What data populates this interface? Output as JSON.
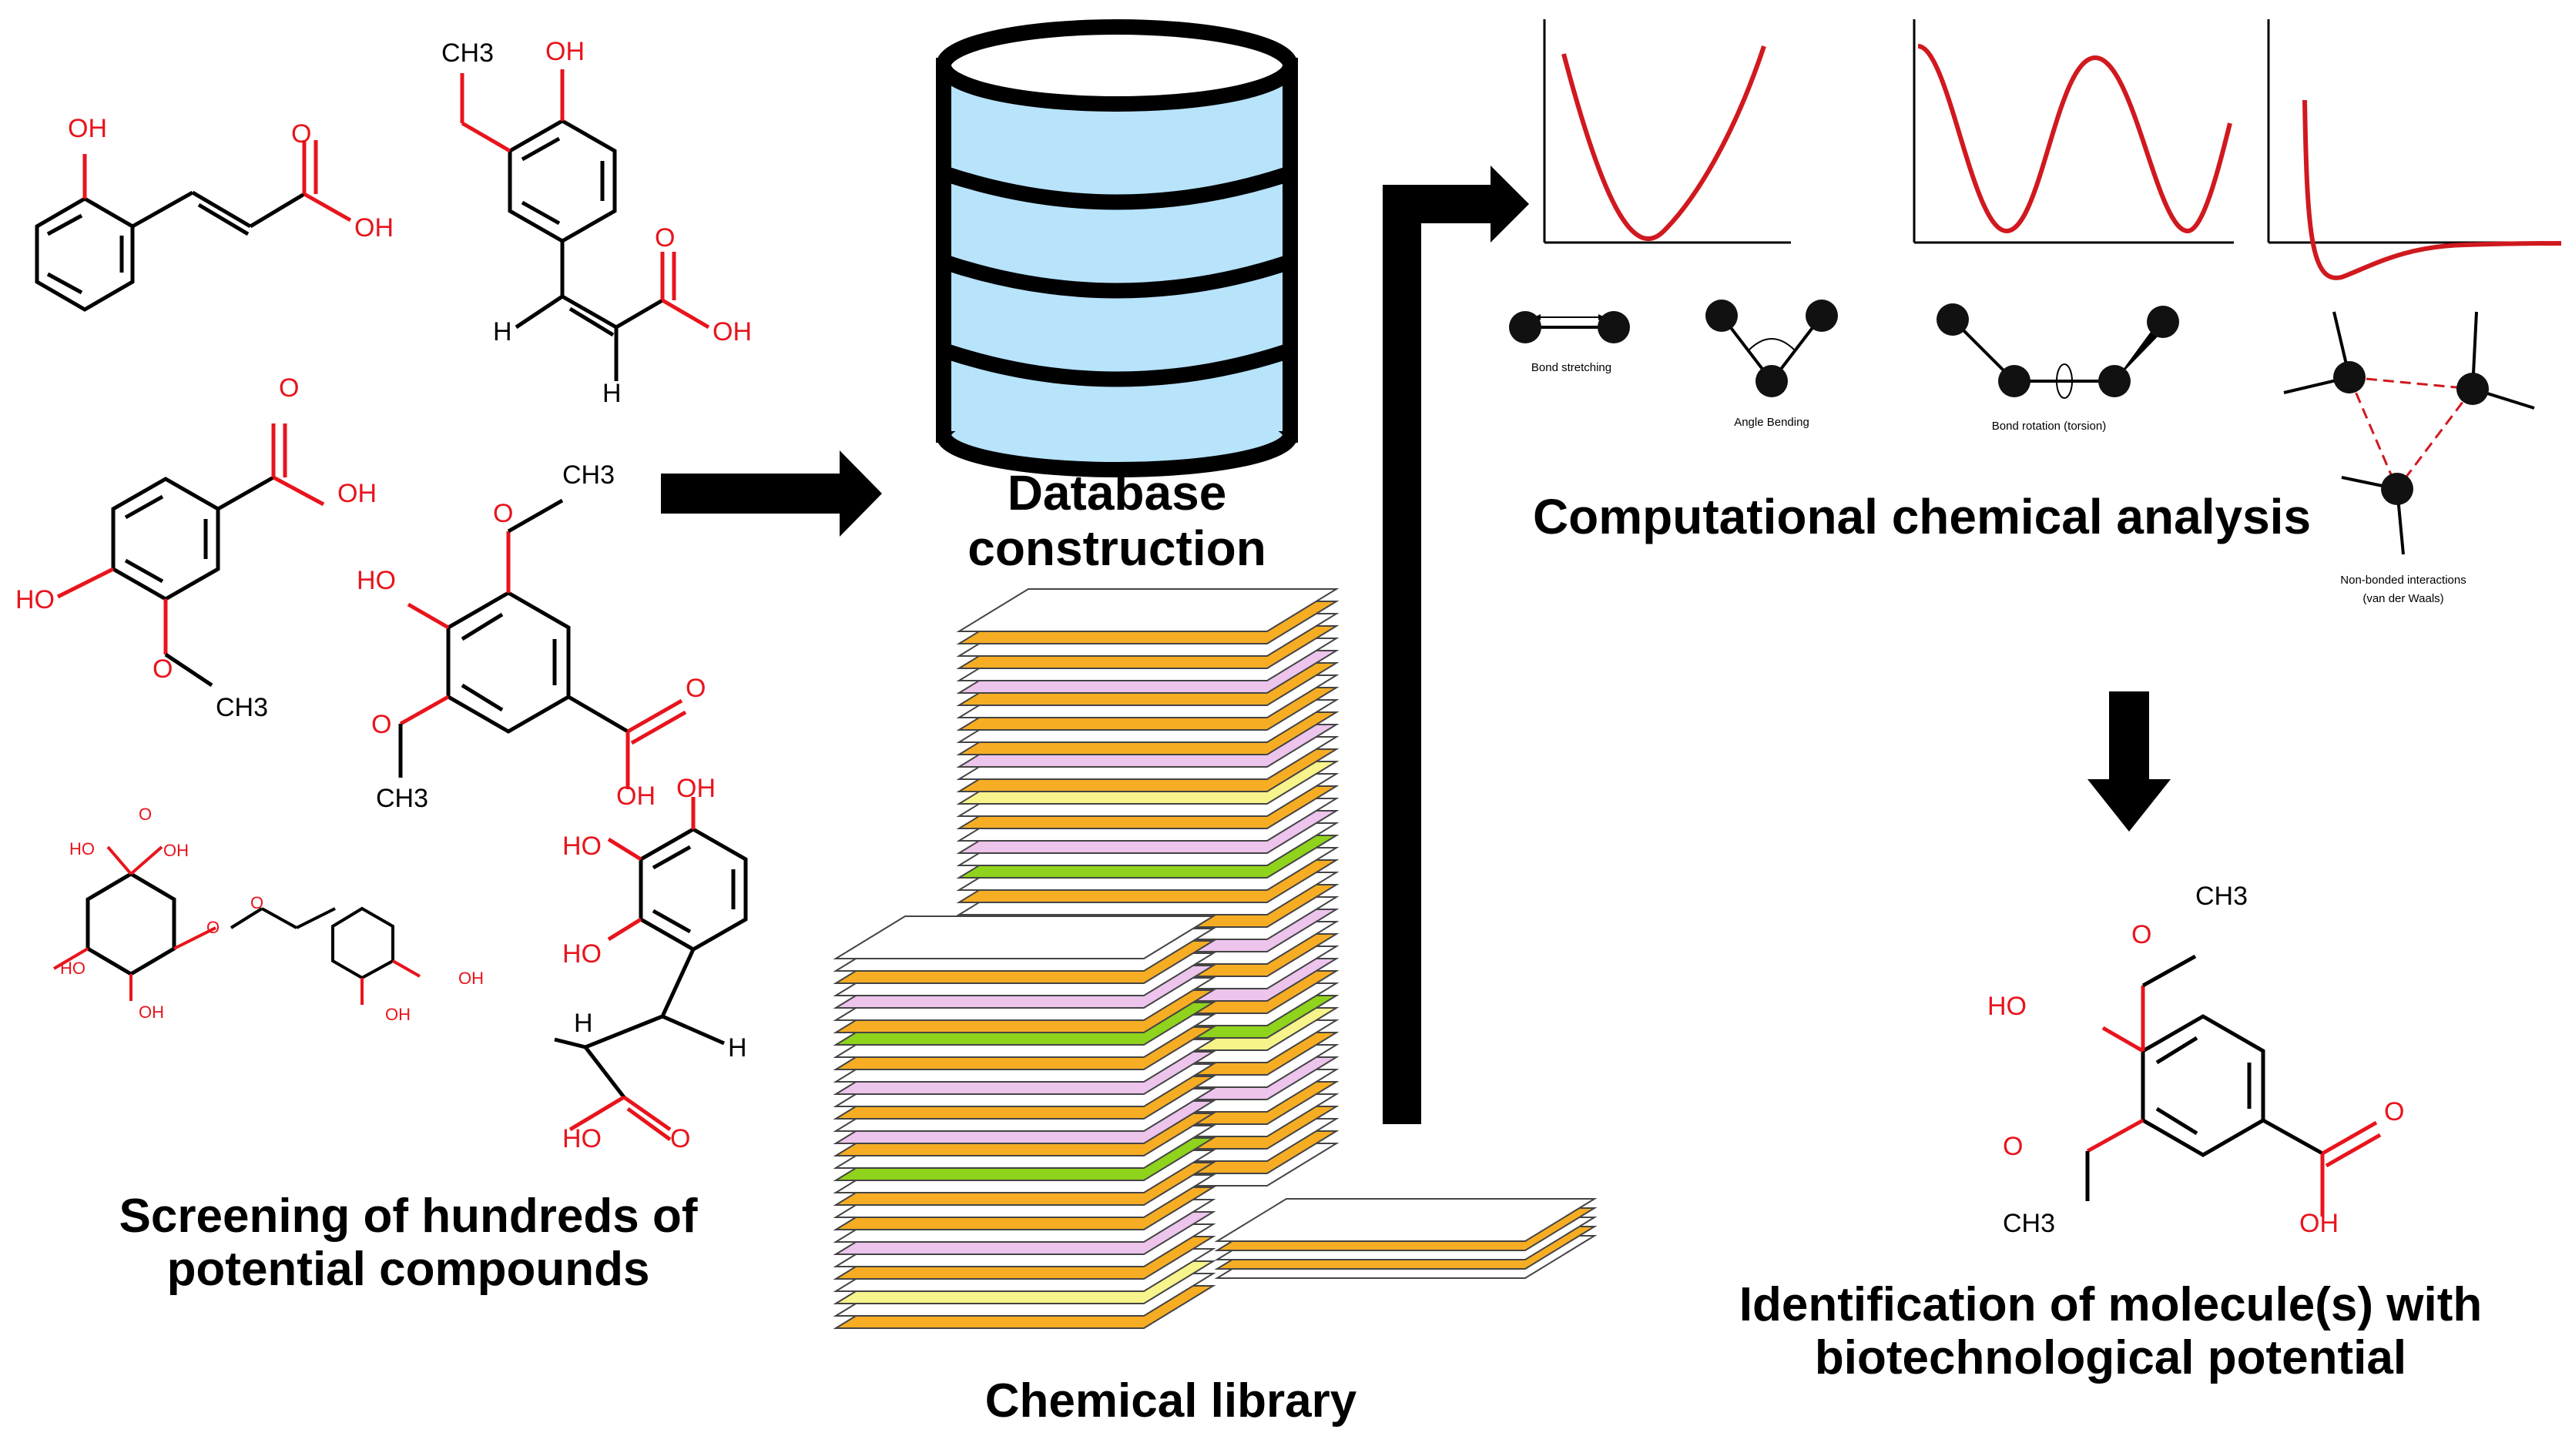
{
  "labels": {
    "screening": [
      "Screening of hundreds of",
      "potential compounds"
    ],
    "database": [
      "Database",
      "construction"
    ],
    "library": "Chemical library",
    "computational": "Computational chemical analysis",
    "identification": [
      "Identification of molecule(s) with",
      "biotechnological potential"
    ]
  },
  "interactions": {
    "stretching": "Bond stretching",
    "bending": "Angle Bending",
    "torsion": "Bond rotation (torsion)",
    "nonbonded": [
      "Non-bonded interactions",
      "(van der Waals)"
    ]
  },
  "atoms": {
    "oh": "OH",
    "ho": "HO",
    "o": "O",
    "h": "H",
    "ch3": "CH3"
  },
  "colors": {
    "heteroatom": "#e8141c",
    "db_fill": "#b7e3fb",
    "curve": "#d0191f",
    "layer_orange": "#f6ad24",
    "layer_green": "#8fd31c",
    "layer_pink": "#ecc4ec",
    "layer_yellow": "#f8f48c",
    "layer_white": "#ffffff"
  }
}
